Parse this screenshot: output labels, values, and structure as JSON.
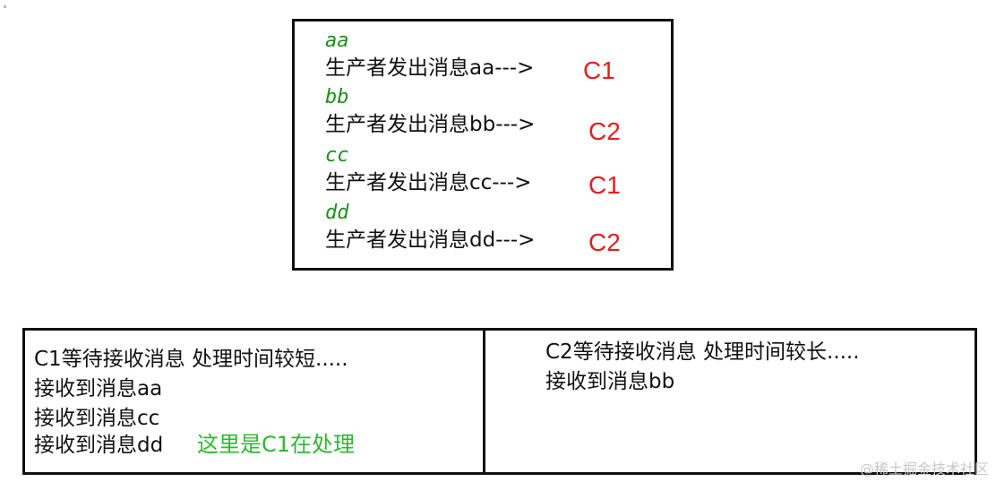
{
  "top_box": {
    "items": [
      {
        "label": "aa",
        "text": "生产者发出消息aa--->",
        "consumer": "C1"
      },
      {
        "label": "bb",
        "text": "生产者发出消息bb--->",
        "consumer": "C2"
      },
      {
        "label": "cc",
        "text": "生产者发出消息cc--->",
        "consumer": "C1"
      },
      {
        "label": "dd",
        "text": "生产者发出消息dd--->",
        "consumer": "C2"
      }
    ]
  },
  "left_box": {
    "header": "C1等待接收消息  处理时间较短.....",
    "lines": [
      "接收到消息aa",
      "接收到消息cc",
      "接收到消息dd"
    ],
    "note": "这里是C1在处理"
  },
  "right_box": {
    "header": "C2等待接收消息  处理时间较长.....",
    "lines": [
      "接收到消息bb"
    ]
  },
  "watermark": "@稀土掘金技术社区",
  "colors": {
    "label_green": "#1a8f1a",
    "consumer_red": "#e02020",
    "note_green": "#2db82d",
    "border": "#111111"
  }
}
